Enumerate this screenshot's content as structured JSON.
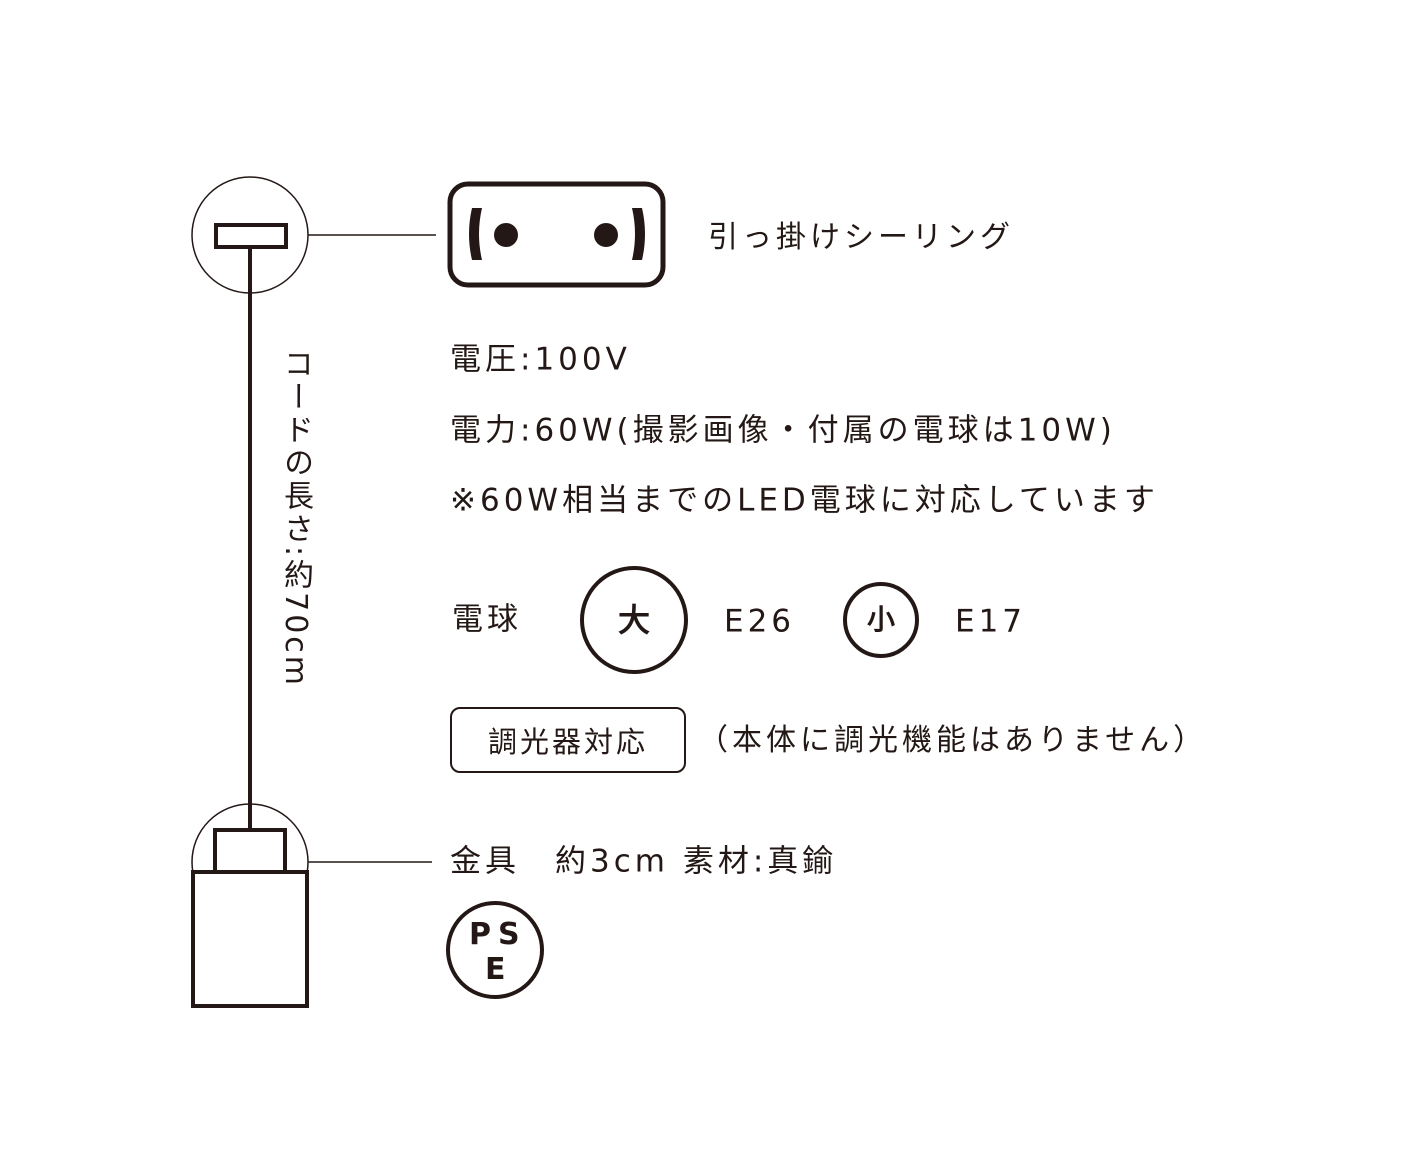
{
  "ceiling_label": "引っ掛けシーリング",
  "cord_length": "コードの長さ:約70cm",
  "specs": {
    "voltage": "電圧:100V",
    "power": "電力:60W(撮影画像・付属の電球は10W)",
    "note": "※60W相当までのLED電球に対応しています"
  },
  "bulb": {
    "label": "電球",
    "large_symbol": "大",
    "large_base": "E26",
    "small_symbol": "小",
    "small_base": "E17"
  },
  "dimmer": {
    "badge": "調光器対応",
    "note": "（本体に調光機能はありません）"
  },
  "fitting": "金具　約3cm 素材:真鍮",
  "pse_mark": {
    "p": "P",
    "s": "S",
    "e": "E"
  },
  "colors": {
    "ink": "#231815"
  }
}
